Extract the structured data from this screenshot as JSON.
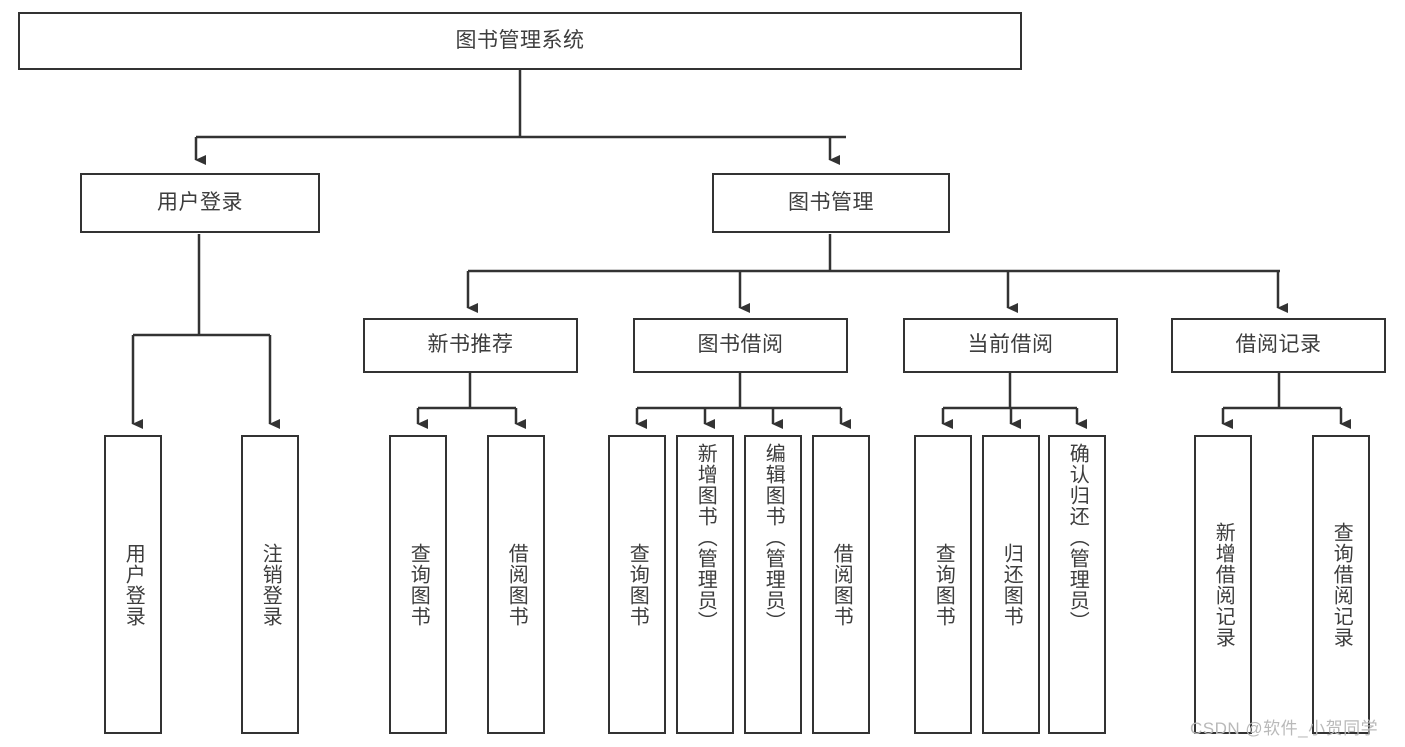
{
  "diagram": {
    "title": "图书管理系统",
    "type": "hierarchy-tree",
    "watermark": "CSDN @软件_小贺同学",
    "colors": {
      "box_border": "#333333",
      "box_fill": "#ffffff",
      "text": "#3d3d3d",
      "edge": "#333333",
      "watermark": "#b9b9b9",
      "background": "#ffffff"
    },
    "nodes": {
      "root": {
        "label": "图书管理系统",
        "level": 1
      },
      "level2": [
        {
          "id": "user-login",
          "label": "用户登录"
        },
        {
          "id": "book-manage",
          "label": "图书管理"
        }
      ],
      "level3": [
        {
          "id": "new-book-recommend",
          "label": "新书推荐",
          "parent": "book-manage"
        },
        {
          "id": "book-borrow",
          "label": "图书借阅",
          "parent": "book-manage"
        },
        {
          "id": "current-borrow",
          "label": "当前借阅",
          "parent": "book-manage"
        },
        {
          "id": "borrow-record",
          "label": "借阅记录",
          "parent": "book-manage"
        }
      ],
      "leaves": {
        "user-login": [
          {
            "id": "leaf-user-login",
            "label": "用户登录"
          },
          {
            "id": "leaf-logout",
            "label": "注销登录"
          }
        ],
        "new-book-recommend": [
          {
            "id": "leaf-query-book-1",
            "label": "查询图书"
          },
          {
            "id": "leaf-borrow-book-1",
            "label": "借阅图书"
          }
        ],
        "book-borrow": [
          {
            "id": "leaf-query-book-2",
            "label": "查询图书"
          },
          {
            "id": "leaf-add-book",
            "label": "新增图书（管理员）"
          },
          {
            "id": "leaf-edit-book",
            "label": "编辑图书（管理员）"
          },
          {
            "id": "leaf-borrow-book-2",
            "label": "借阅图书"
          }
        ],
        "current-borrow": [
          {
            "id": "leaf-query-book-3",
            "label": "查询图书"
          },
          {
            "id": "leaf-return-book",
            "label": "归还图书"
          },
          {
            "id": "leaf-confirm-return",
            "label": "确认归还（管理员）"
          }
        ],
        "borrow-record": [
          {
            "id": "leaf-add-record",
            "label": "新增借阅记录"
          },
          {
            "id": "leaf-query-record",
            "label": "查询借阅记录"
          }
        ]
      }
    }
  }
}
